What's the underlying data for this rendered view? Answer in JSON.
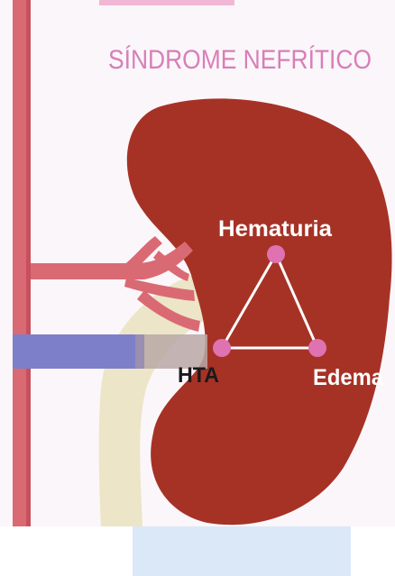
{
  "title": "SÍNDROME NEFRÍTICO",
  "triad": {
    "top": "Hematuria",
    "left": "HTA",
    "right": "Edema"
  },
  "colors": {
    "background": "#fbf6fa",
    "title": "#d77fb8",
    "kidney": "#a63226",
    "vessel": "#d96a74",
    "vessel_dark": "#c8505c",
    "vein": "#7d80c8",
    "ureter": "#ece5c7",
    "node": "#df72b0",
    "line": "#ffffff",
    "label_light": "#ffffff",
    "label_dark": "#1a1a1a",
    "caption_box": "#dbe8f7"
  }
}
